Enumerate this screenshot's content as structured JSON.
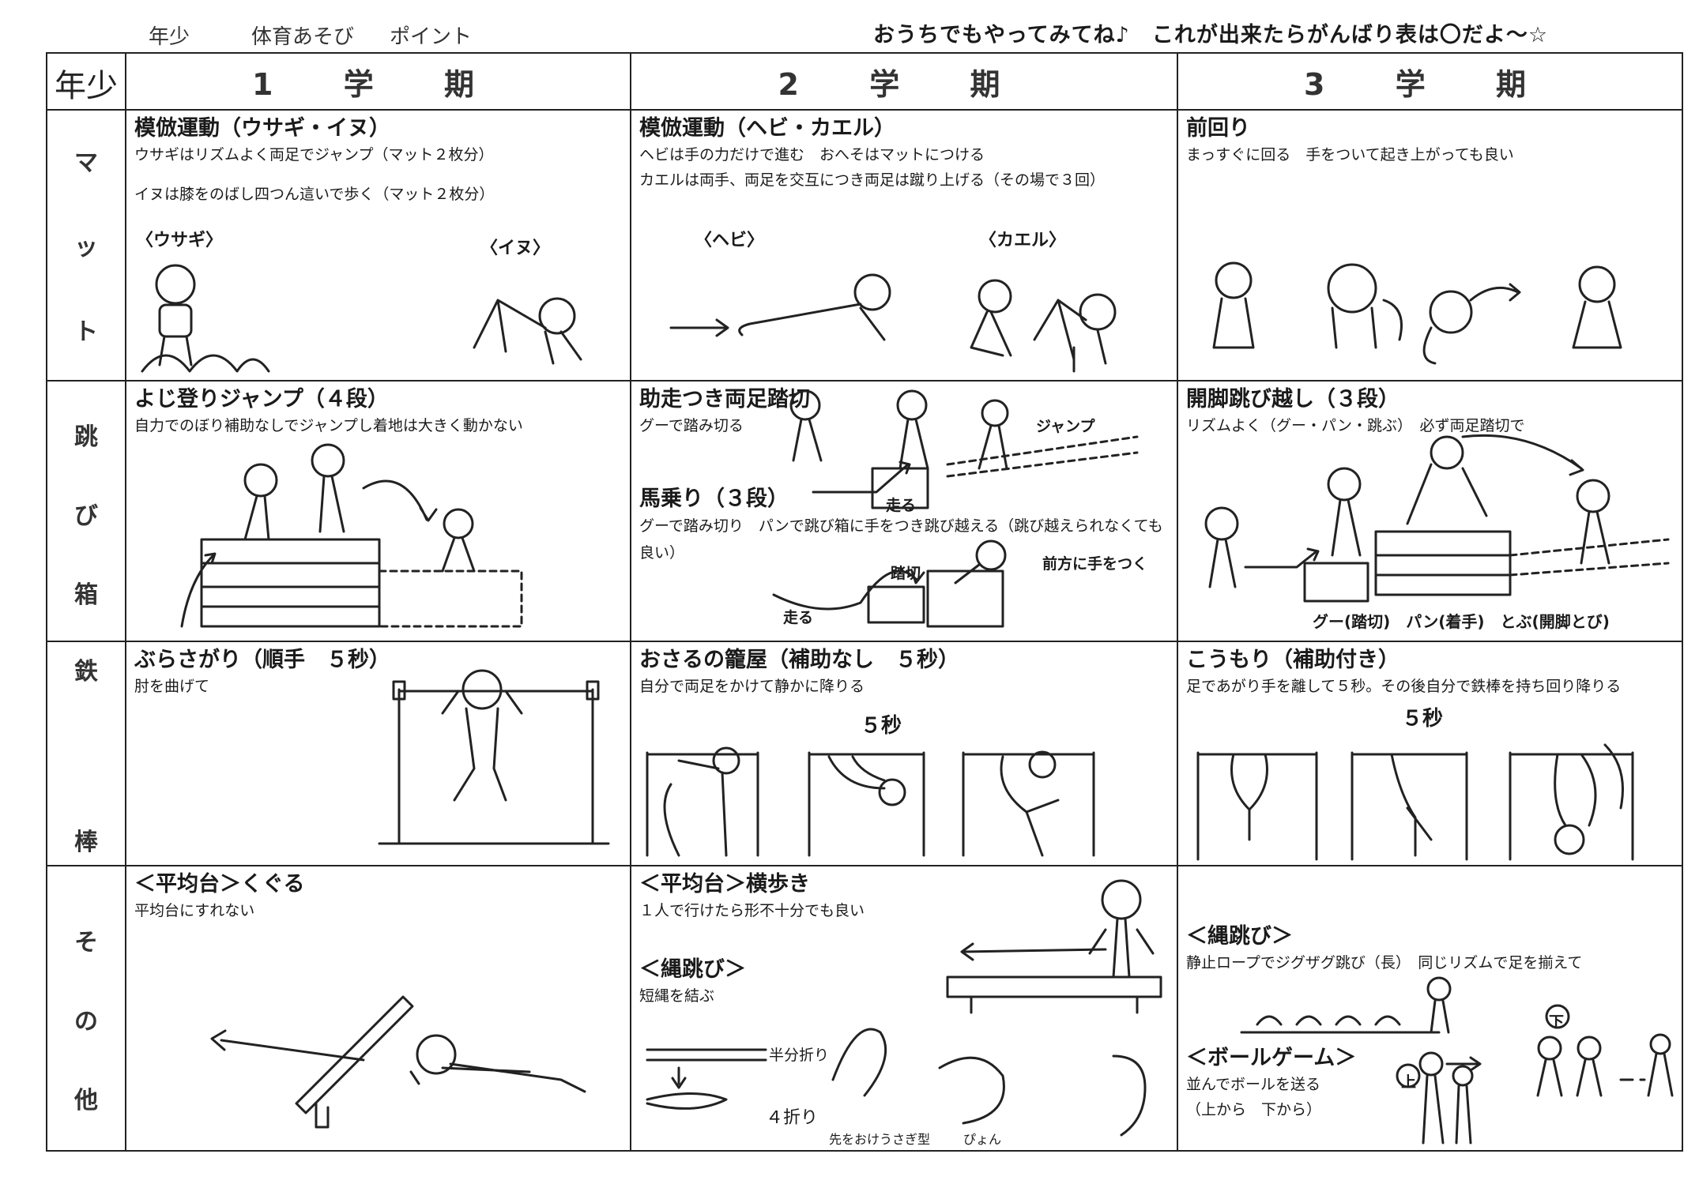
{
  "header": {
    "hw_grade": "年少",
    "hw_subject": "体育あそび",
    "hw_point": "ポイント",
    "slogan": "おうちでもやってみてね♪　これが出来たらがんばり表は〇だよ～☆"
  },
  "table": {
    "corner": "年少",
    "terms": [
      "1 学 期",
      "2 学 期",
      "3 学 期"
    ],
    "rows": [
      {
        "label": [
          "マ",
          "ッ",
          "ト"
        ]
      },
      {
        "label": [
          "跳",
          "び",
          "箱"
        ]
      },
      {
        "label": [
          "鉄",
          "棒"
        ]
      },
      {
        "label": [
          "そ",
          "の",
          "他"
        ]
      }
    ]
  },
  "cells": {
    "mat1": {
      "title": "模倣運動（ウサギ・イヌ）",
      "desc1": "ウサギはリズムよく両足でジャンプ（マット２枚分）",
      "desc2": "イヌは膝をのばし四つん這いで歩く（マット２枚分）",
      "lbl_a": "〈ウサギ〉",
      "lbl_b": "〈イヌ〉"
    },
    "mat2": {
      "title": "模倣運動（ヘビ・カエル）",
      "desc1": "ヘビは手の力だけで進む　おへそはマットにつける",
      "desc2": "カエルは両手、両足を交互につき両足は蹴り上げる（その場で３回）",
      "lbl_a": "〈ヘビ〉",
      "lbl_b": "〈カエル〉"
    },
    "mat3": {
      "title": "前回り",
      "desc1": "まっすぐに回る　手をついて起き上がっても良い"
    },
    "box1": {
      "title": "よじ登りジャンプ（４段）",
      "desc1": "自力でのぼり補助なしでジャンプし着地は大きく動かない"
    },
    "box2": {
      "title": "助走つき両足踏切",
      "desc1": "グーで踏み切る",
      "title2": "馬乗り（３段）",
      "desc2": "グーで踏み切り　パンで跳び箱に手をつき跳び越える（跳び越えられなくても良い）",
      "lbl_run": "走る",
      "lbl_jump": "ジャンプ",
      "lbl_kick": "踏切",
      "lbl_run2": "走る",
      "lbl_hand": "前方に手をつく"
    },
    "box3": {
      "title": "開脚跳び越し（３段）",
      "desc1": "リズムよく（グー・パン・跳ぶ）　必ず両足踏切で",
      "lbl_seq": "グー(踏切)　パン(着手)　とぶ(開脚とび)"
    },
    "bar1": {
      "title": "ぶらさがり（順手　５秒）",
      "desc1": "肘を曲げて"
    },
    "bar2": {
      "title": "おさるの籠屋（補助なし　５秒）",
      "desc1": "自分で両足をかけて静かに降りる",
      "lbl_sec": "５秒"
    },
    "bar3": {
      "title": "こうもり（補助付き）",
      "desc1": "足であがり手を離して５秒。その後自分で鉄棒を持ち回り降りる",
      "lbl_sec": "５秒"
    },
    "oth1": {
      "title": "＜平均台＞くぐる",
      "desc1": "平均台にすれない"
    },
    "oth2": {
      "title": "＜平均台＞横歩き",
      "desc1": "１人で行けたら形不十分でも良い",
      "title2": "＜縄跳び＞",
      "desc2": "短縄を結ぶ",
      "lbl_half": "半分折り",
      "lbl_quarter": "４折り",
      "lbl_a": "先をおけうさぎ型",
      "lbl_b": "ぴょん"
    },
    "oth3": {
      "title": "＜縄跳び＞",
      "desc1": "静止ロープでジグザグ跳び（長）　同じリズムで足を揃えて",
      "title2": "＜ボールゲーム＞",
      "desc2": "並んでボールを送る",
      "desc3": "（上から　下から）",
      "lbl_up": "上",
      "lbl_down": "下"
    }
  }
}
